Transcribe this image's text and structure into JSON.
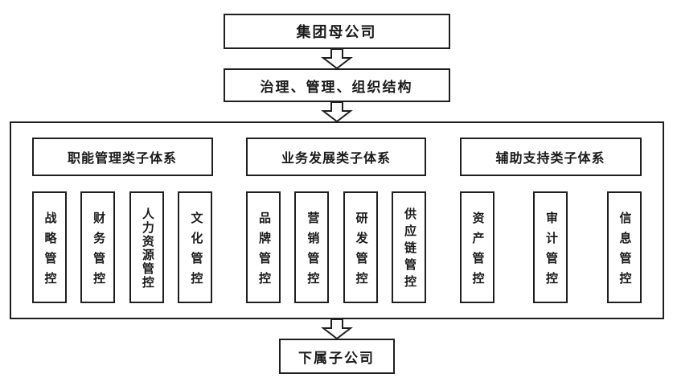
{
  "diagram": {
    "parent_company": "集团母公司",
    "governance": "治理、管理、组织结构",
    "subsidiary": "下属子公司",
    "line_color": "#1f1f1f",
    "background_color": "#ffffff",
    "sections": [
      {
        "title": "职能管理类子体系",
        "items": [
          "战略管控",
          "财务管控",
          "人力资源管控",
          "文化管控"
        ]
      },
      {
        "title": "业务发展类子体系",
        "items": [
          "品牌管控",
          "营销管控",
          "研发管控",
          "供应链管控"
        ]
      },
      {
        "title": "辅助支持类子体系",
        "items": [
          "资产管控",
          "审计管控",
          "信息管控"
        ]
      }
    ]
  }
}
